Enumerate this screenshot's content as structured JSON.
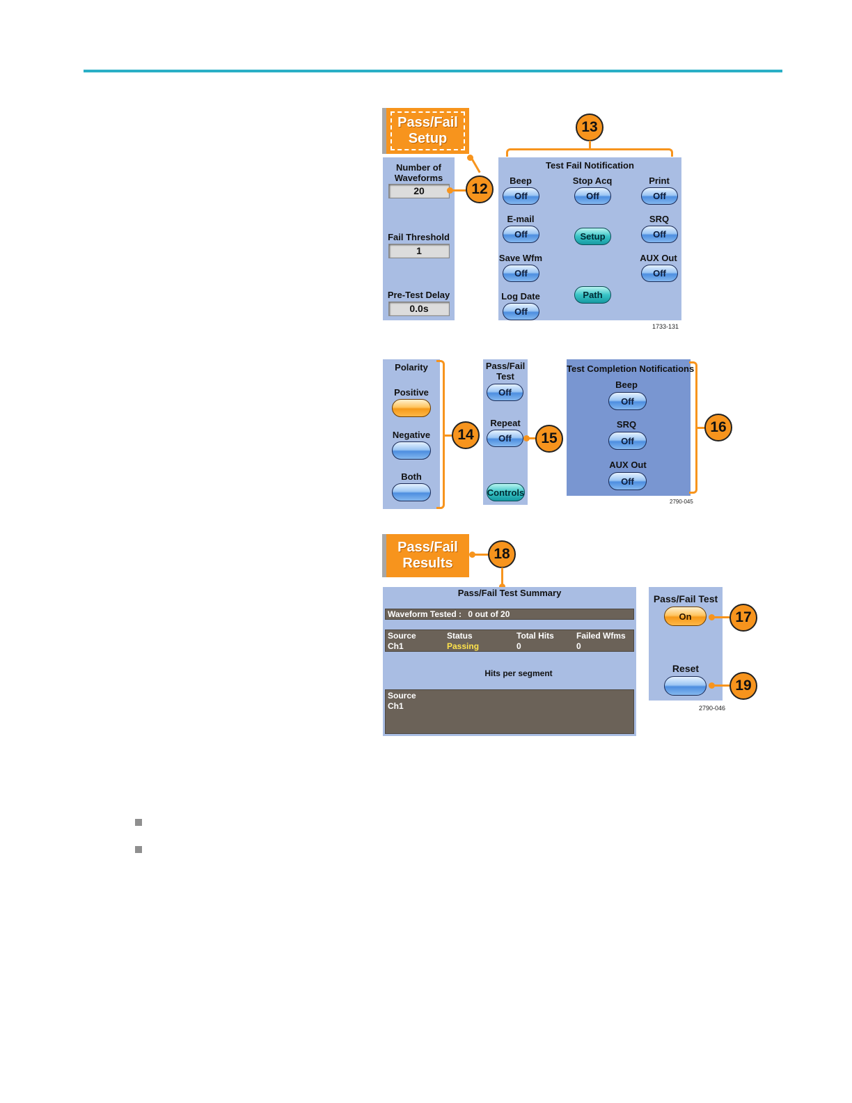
{
  "setup": {
    "tab_line1": "Pass/Fail",
    "tab_line2": "Setup",
    "num_waveforms_label_1": "Number of",
    "num_waveforms_label_2": "Waveforms",
    "num_waveforms_value": "20",
    "fail_threshold_label": "Fail Threshold",
    "fail_threshold_value": "1",
    "pretest_delay_label": "Pre-Test Delay",
    "pretest_delay_value": "0.0s"
  },
  "test_fail_notification": {
    "title": "Test  Fail Notification",
    "beep_label": "Beep",
    "beep_value": "Off",
    "stop_acq_label": "Stop Acq",
    "stop_acq_value": "Off",
    "print_label": "Print",
    "print_value": "Off",
    "email_label": "E-mail",
    "email_value": "Off",
    "setup_button": "Setup",
    "srq_label": "SRQ",
    "srq_value": "Off",
    "save_wfm_label": "Save Wfm",
    "save_wfm_value": "Off",
    "aux_out_label": "AUX Out",
    "aux_out_value": "Off",
    "log_date_label": "Log Date",
    "log_date_value": "Off",
    "path_button": "Path",
    "figure_id": "1733-131"
  },
  "polarity": {
    "title": "Polarity",
    "positive_label": "Positive",
    "negative_label": "Negative",
    "both_label": "Both"
  },
  "passfail_test_menu": {
    "title_line1": "Pass/Fail",
    "title_line2": "Test",
    "test_value": "Off",
    "repeat_label": "Repeat",
    "repeat_value": "Off",
    "controls_button": "Controls"
  },
  "test_completion": {
    "title": "Test Completion Notifications",
    "beep_label": "Beep",
    "beep_value": "Off",
    "srq_label": "SRQ",
    "srq_value": "Off",
    "aux_out_label": "AUX Out",
    "aux_out_value": "Off",
    "figure_id": "2790-045"
  },
  "results": {
    "tab_line1": "Pass/Fail",
    "tab_line2": "Results",
    "summary_title": "Pass/Fail Test Summary",
    "waveform_tested_label": "Waveform Tested :",
    "waveform_tested_value": "0 out of 20",
    "columns": [
      "Source",
      "Status",
      "Total Hits",
      "Failed Wfms"
    ],
    "row": [
      "Ch1",
      "Passing",
      "0",
      "0"
    ],
    "hits_per_segment": "Hits per segment",
    "segment_source_label": "Source",
    "segment_source_value": "Ch1"
  },
  "side_menu": {
    "passfail_test_label": "Pass/Fail Test",
    "passfail_test_value": "On",
    "reset_label": "Reset",
    "figure_id": "2790-046"
  },
  "callouts": [
    "12",
    "13",
    "14",
    "15",
    "16",
    "17",
    "18",
    "19"
  ],
  "colors": {
    "accent_rule": "#2aafc6",
    "tab_orange": "#f7941d",
    "panel_light": "#a9bde3",
    "panel_blue": "#7996d1",
    "passing_text": "#ffe34b"
  }
}
